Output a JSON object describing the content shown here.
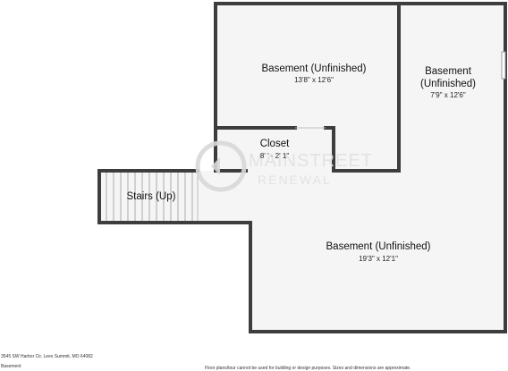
{
  "rooms": {
    "basement_left": {
      "name": "Basement (Unfinished)",
      "dims": "13'8\" x 12'6\""
    },
    "basement_right": {
      "name_line1": "Basement",
      "name_line2": "(Unfinished)",
      "dims": "7'9\" x 12'6\""
    },
    "closet": {
      "name": "Closet",
      "dims": "8' ' · 2' 1\""
    },
    "stairs": {
      "name": "Stairs (Up)"
    },
    "basement_lower": {
      "name": "Basement (Unfinished)",
      "dims": "19'3\" x 12'1\""
    }
  },
  "watermark": {
    "line1": "MAINSTREET",
    "line2": "RENEWAL"
  },
  "footer": {
    "address": "3545 SW Harbor Cir, Lees Summit, MO 64082",
    "level": "Basement",
    "disclaimer": "Floor plans/tour cannot be used for building or design purposes. Sizes and dimensions are approximate."
  },
  "colors": {
    "wall": "#3d3d3d",
    "floor": "#f5f5f5",
    "watermark": "#d9d9d9"
  }
}
